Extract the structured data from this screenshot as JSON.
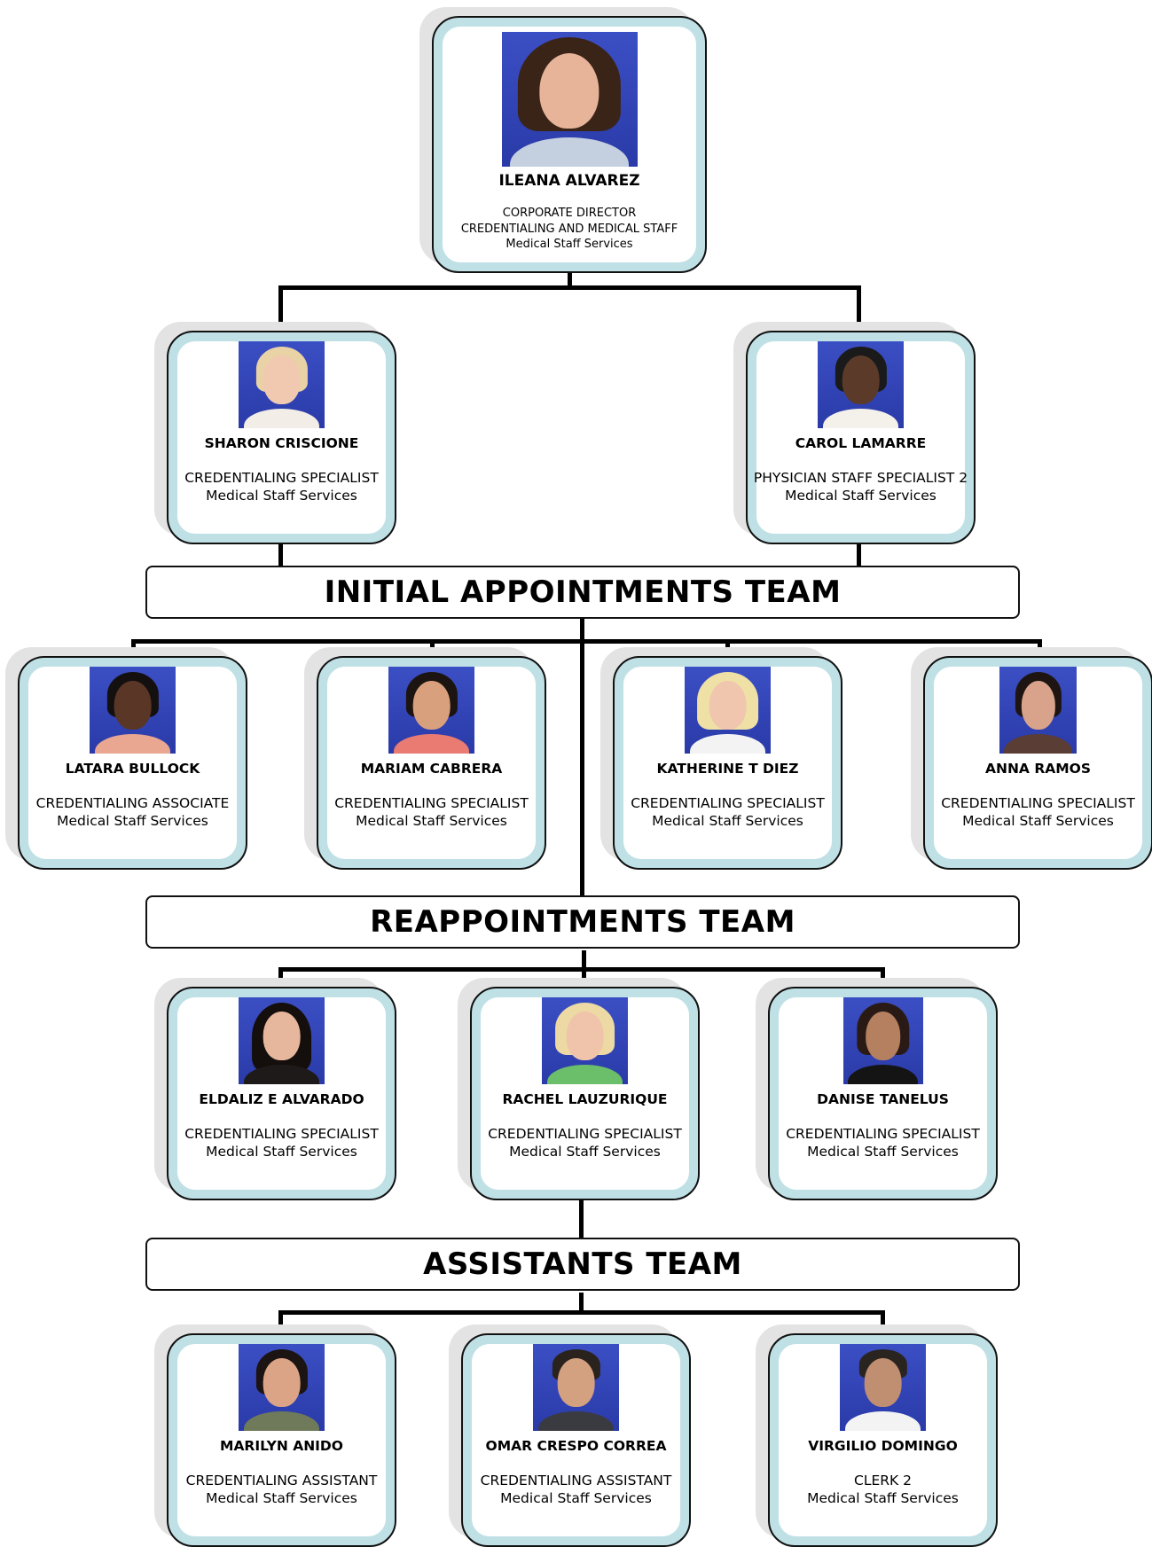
{
  "top": {
    "name": "ILEANA ALVAREZ",
    "title": "CORPORATE DIRECTOR CREDENTIALING AND MEDICAL STAFF",
    "dept": "Medical Staff Services"
  },
  "managers": [
    {
      "name": "SHARON CRISCIONE",
      "title": "CREDENTIALING SPECIALIST",
      "dept": "Medical Staff Services"
    },
    {
      "name": "CAROL LAMARRE",
      "title": "PHYSICIAN STAFF SPECIALIST 2",
      "dept": "Medical Staff Services"
    }
  ],
  "teams": {
    "initial": {
      "label": "INITIAL APPOINTMENTS TEAM",
      "members": [
        {
          "name": "LATARA BULLOCK",
          "title": "CREDENTIALING ASSOCIATE",
          "dept": "Medical Staff Services"
        },
        {
          "name": "MARIAM CABRERA",
          "title": "CREDENTIALING SPECIALIST",
          "dept": "Medical Staff Services"
        },
        {
          "name": "KATHERINE T DIEZ",
          "title": "CREDENTIALING SPECIALIST",
          "dept": "Medical Staff Services"
        },
        {
          "name": "ANNA RAMOS",
          "title": "CREDENTIALING SPECIALIST",
          "dept": "Medical Staff Services"
        }
      ]
    },
    "reappointments": {
      "label": "REAPPOINTMENTS TEAM",
      "members": [
        {
          "name": "ELDALIZ E ALVARADO",
          "title": "CREDENTIALING SPECIALIST",
          "dept": "Medical Staff Services"
        },
        {
          "name": "RACHEL LAUZURIQUE",
          "title": "CREDENTIALING SPECIALIST",
          "dept": "Medical Staff Services"
        },
        {
          "name": "DANISE TANELUS",
          "title": "CREDENTIALING SPECIALIST",
          "dept": "Medical Staff Services"
        }
      ]
    },
    "assistants": {
      "label": "ASSISTANTS TEAM",
      "members": [
        {
          "name": "MARILYN ANIDO",
          "title": "CREDENTIALING ASSISTANT",
          "dept": "Medical Staff Services"
        },
        {
          "name": "OMAR CRESPO CORREA",
          "title": "CREDENTIALING ASSISTANT",
          "dept": "Medical Staff Services"
        },
        {
          "name": "VIRGILIO DOMINGO",
          "title": "CLERK 2",
          "dept": "Medical Staff Services"
        }
      ]
    }
  }
}
